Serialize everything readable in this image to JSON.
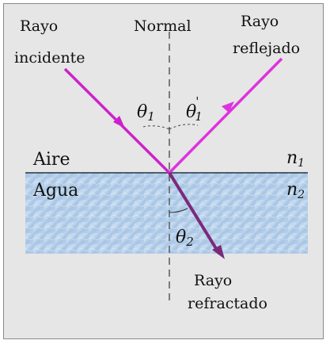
{
  "labels": {
    "incident_line1": "Rayo",
    "incident_line2": "incidente",
    "normal": "Normal",
    "reflected_line1": "Rayo",
    "reflected_line2": "reflejado",
    "air": "Aire",
    "water": "Agua",
    "n1_base": "n",
    "n1_sub": "1",
    "n2_base": "n",
    "n2_sub": "2",
    "theta1_base": "θ",
    "theta1_sub": "1",
    "theta1p_base": "θ",
    "theta1p_sub": "1",
    "theta1p_prime": "'",
    "theta2_base": "θ",
    "theta2_sub": "2",
    "refracted_line1": "Rayo",
    "refracted_line2": "refractado"
  },
  "colors": {
    "background": "#e6e6e6",
    "incident_ray": "#cc22cc",
    "reflected_ray": "#dd33dd",
    "refracted_ray": "#7a2a7a",
    "water": "#a9c7e6",
    "normal_line": "#444444"
  }
}
